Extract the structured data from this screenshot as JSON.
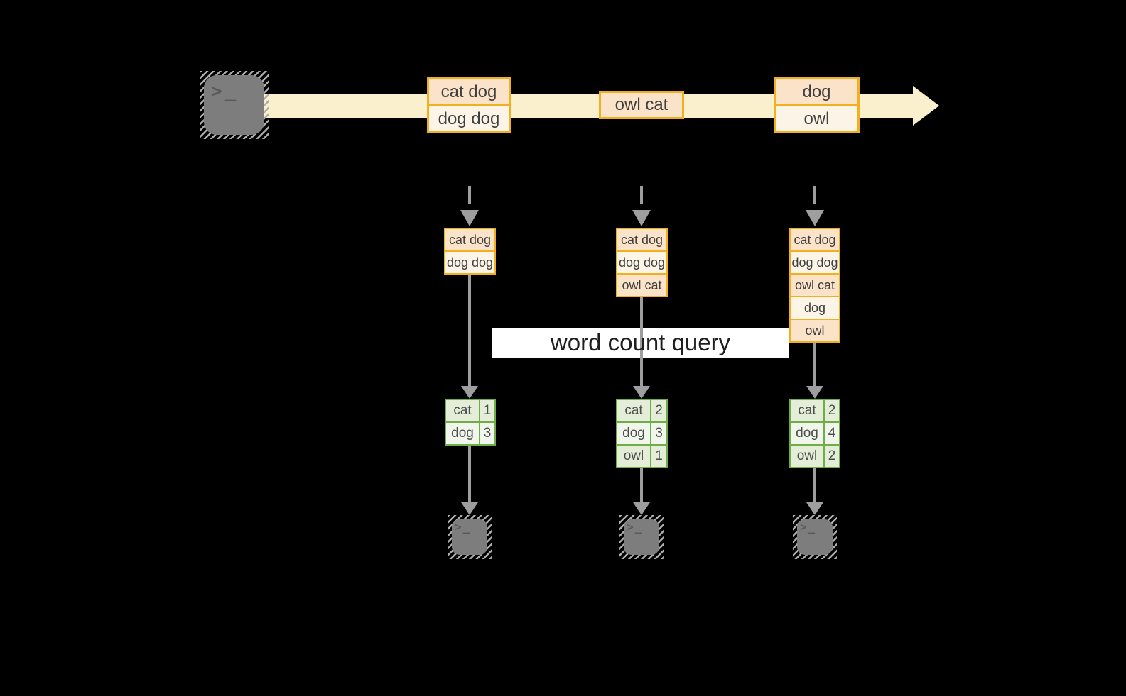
{
  "palette": {
    "background": "#000000",
    "stream_band": "#FAF0CE",
    "box_fill_dark": "#FAE3C8",
    "box_fill_light": "#FDF4E8",
    "box_border": "#F2B01E",
    "table_border": "#70AD47",
    "table_row_dark": "#E3EDD8",
    "table_row_light": "#F1F6EC",
    "arrow_gray": "#9E9E9E",
    "terminal_gray": "#7D7D7D"
  },
  "source": {
    "terminal_glyph": ">_"
  },
  "stream_events": [
    {
      "lines": [
        "cat dog",
        "dog dog"
      ]
    },
    {
      "lines": [
        "owl cat"
      ]
    },
    {
      "lines": [
        "dog",
        "owl"
      ]
    }
  ],
  "query": {
    "label": "word count query"
  },
  "consumers": [
    {
      "buffer": [
        "cat dog",
        "dog dog"
      ],
      "counts": [
        {
          "word": "cat",
          "count": "1"
        },
        {
          "word": "dog",
          "count": "3"
        }
      ],
      "terminal_glyph": ">_"
    },
    {
      "buffer": [
        "cat dog",
        "dog dog",
        "owl cat"
      ],
      "counts": [
        {
          "word": "cat",
          "count": "2"
        },
        {
          "word": "dog",
          "count": "3"
        },
        {
          "word": "owl",
          "count": "1"
        }
      ],
      "terminal_glyph": ">_"
    },
    {
      "buffer": [
        "cat dog",
        "dog dog",
        "owl cat",
        "dog",
        "owl"
      ],
      "counts": [
        {
          "word": "cat",
          "count": "2"
        },
        {
          "word": "dog",
          "count": "4"
        },
        {
          "word": "owl",
          "count": "2"
        }
      ],
      "terminal_glyph": ">_"
    }
  ]
}
